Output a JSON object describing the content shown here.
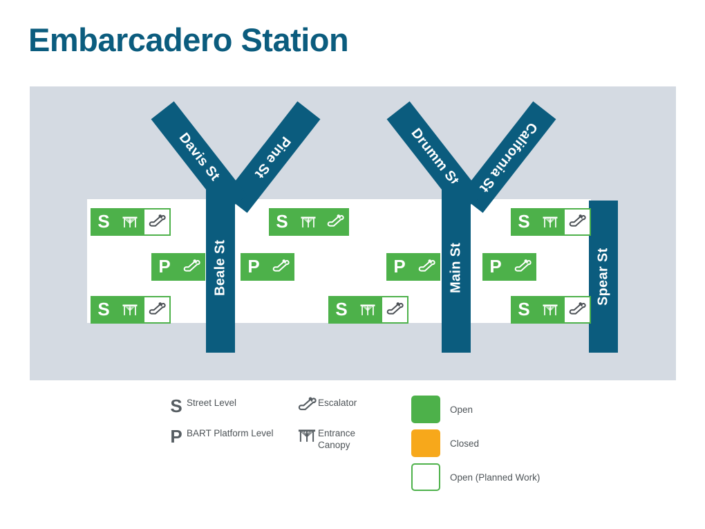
{
  "page": {
    "title": "Embarcadero Station",
    "title_color": "#0b5c7e"
  },
  "colors": {
    "street_blue": "#0b5c7e",
    "map_background": "#d4dae2",
    "band_white": "#ffffff",
    "open_green": "#4db14a",
    "closed_orange": "#f7a81b",
    "icon_gray": "#565d62",
    "text_gray": "#4d5357"
  },
  "map": {
    "streets": [
      {
        "name": "Pine St",
        "kind": "diagonal-arm",
        "junction": "beale"
      },
      {
        "name": "Davis St",
        "kind": "diagonal-arm",
        "junction": "beale"
      },
      {
        "name": "Beale St",
        "kind": "vertical-trunk"
      },
      {
        "name": "California St",
        "kind": "diagonal-arm",
        "junction": "main"
      },
      {
        "name": "Drumm St",
        "kind": "diagonal-arm",
        "junction": "main"
      },
      {
        "name": "Main St",
        "kind": "vertical-trunk"
      },
      {
        "name": "Spear St",
        "kind": "vertical"
      }
    ],
    "entrances": [
      {
        "id": "nw-street",
        "level": "S",
        "canopy": true,
        "escalator": true,
        "level_status": "open",
        "canopy_status": "open",
        "escalator_status": "planned"
      },
      {
        "id": "nw-platform",
        "level": "P",
        "canopy": false,
        "escalator": true,
        "level_status": "open",
        "canopy_status": "none",
        "escalator_status": "open"
      },
      {
        "id": "sw-street",
        "level": "S",
        "canopy": true,
        "escalator": true,
        "level_status": "open",
        "canopy_status": "open",
        "escalator_status": "planned"
      },
      {
        "id": "nc-street",
        "level": "S",
        "canopy": true,
        "escalator": true,
        "level_status": "open",
        "canopy_status": "open",
        "escalator_status": "open"
      },
      {
        "id": "wc-platform",
        "level": "P",
        "canopy": false,
        "escalator": true,
        "level_status": "open",
        "canopy_status": "none",
        "escalator_status": "open"
      },
      {
        "id": "ec-platform",
        "level": "P",
        "canopy": false,
        "escalator": true,
        "level_status": "open",
        "canopy_status": "none",
        "escalator_status": "open"
      },
      {
        "id": "sc-street",
        "level": "S",
        "canopy": true,
        "escalator": true,
        "level_status": "open",
        "canopy_status": "open",
        "escalator_status": "planned"
      },
      {
        "id": "ne-street",
        "level": "S",
        "canopy": true,
        "escalator": true,
        "level_status": "open",
        "canopy_status": "open",
        "escalator_status": "planned"
      },
      {
        "id": "ne-platform",
        "level": "P",
        "canopy": false,
        "escalator": true,
        "level_status": "open",
        "canopy_status": "none",
        "escalator_status": "open"
      },
      {
        "id": "se-street",
        "level": "S",
        "canopy": true,
        "escalator": true,
        "level_status": "open",
        "canopy_status": "open",
        "escalator_status": "planned"
      }
    ]
  },
  "legend": {
    "levels": [
      {
        "glyph": "S",
        "label": "Street Level"
      },
      {
        "glyph": "P",
        "label": "BART Platform Level"
      }
    ],
    "features": [
      {
        "icon": "escalator-icon",
        "label": "Escalator"
      },
      {
        "icon": "entrance-canopy-icon",
        "label": "Entrance\nCanopy"
      }
    ],
    "statuses": [
      {
        "swatch": "open",
        "label": "Open"
      },
      {
        "swatch": "closed",
        "label": "Closed"
      },
      {
        "swatch": "planned",
        "label": "Open (Planned Work)"
      }
    ]
  }
}
